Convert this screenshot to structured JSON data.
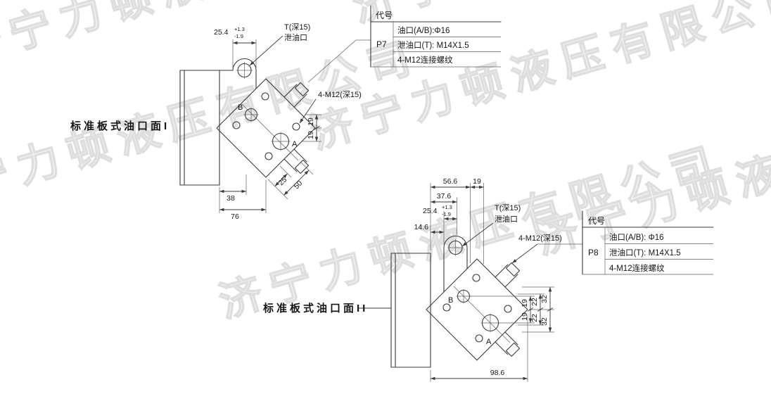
{
  "watermark": {
    "text": "济宁力顿液压有限公司"
  },
  "diagram1": {
    "title": "标准板式油口面I",
    "dims": {
      "d25_4": "25.4",
      "tol_plus": "+1.3",
      "tol_minus": "-1.9",
      "d38": "38",
      "d76": "76",
      "d25": "25",
      "d50": "50",
      "d19a": "19",
      "d19b": "19"
    },
    "labels": {
      "t_port": "T(深15)",
      "drain_port": "泄油口",
      "m12_holes": "4-M12(深15)",
      "port_b": "B",
      "port_a": "A"
    },
    "table": {
      "header": "代号",
      "code": "P7",
      "spec_port": "油口(A/B):Φ16",
      "spec_drain": "泄油口(T): M14X1.5",
      "spec_thread": "4-M12连接螺纹"
    }
  },
  "diagram2": {
    "title": "标准板式油口面II",
    "dims": {
      "d56_6": "56.6",
      "d19_top": "19",
      "d37_6": "37.6",
      "d25_4": "25.4",
      "tol_plus": "+1.3",
      "tol_minus": "-1.9",
      "d14_6": "14.6",
      "d98_6": "98.6",
      "d19a": "19",
      "d19b": "19",
      "d22a": "22",
      "d22b": "22",
      "d32a": "32",
      "d32b": "32"
    },
    "labels": {
      "t_port": "T(深15)",
      "drain_port": "泄油口",
      "m12_holes": "4-M12(深15)",
      "port_b": "B",
      "port_a": "A"
    },
    "table": {
      "header": "代号",
      "code": "P8",
      "spec_port": "油口(A/B): Φ16",
      "spec_drain": "泄油口(T): M14X1.5",
      "spec_thread": "4-M12连接螺纹"
    }
  }
}
